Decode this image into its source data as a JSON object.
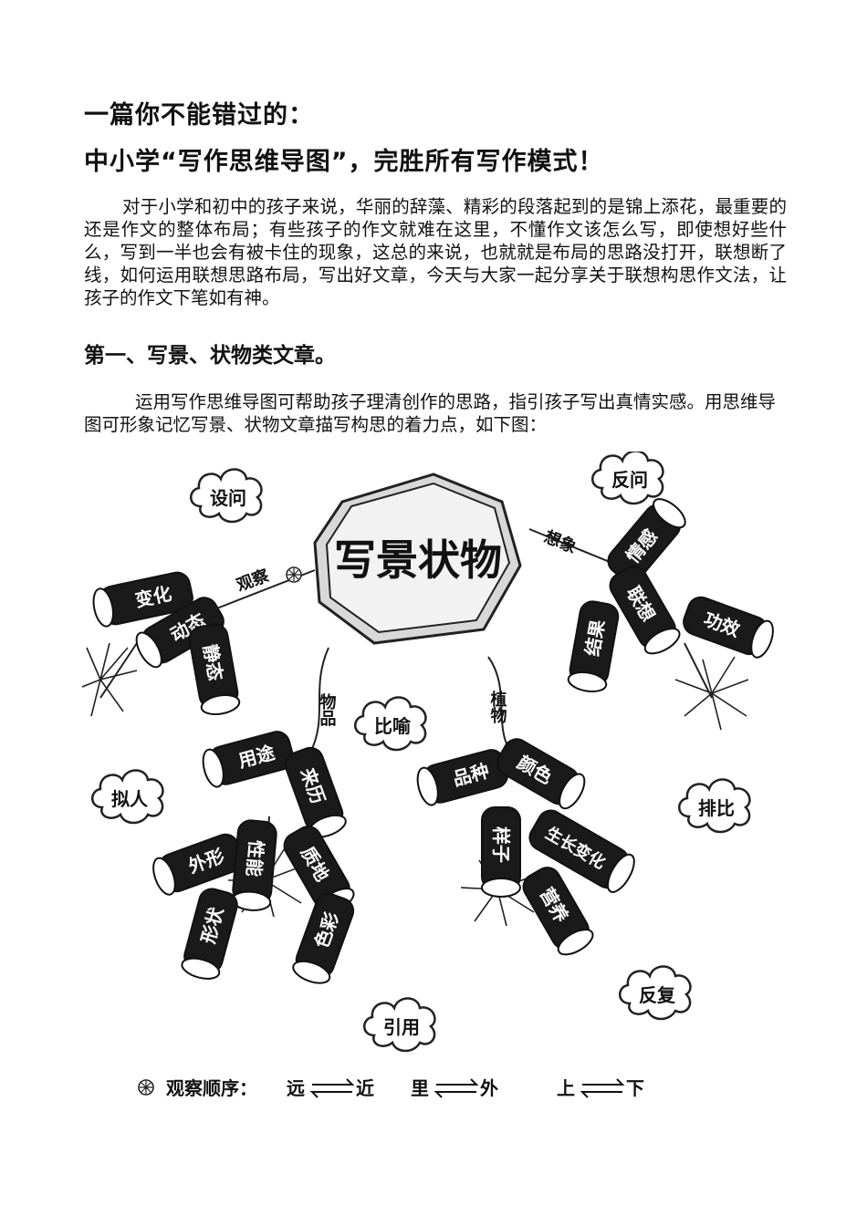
{
  "title_line1": "一篇你不能错过的：",
  "title_line2": "中小学“写作思维导图”，完胜所有写作模式！",
  "intro_paragraph": "对于小学和初中的孩子来说，华丽的辞藻、精彩的段落起到的是锦上添花，最重要的还是作文的整体布局；有些孩子的作文就难在这里，不懂作文该怎么写，即使想好些什么，写到一半也会有被卡住的现象，这总的来说，也就就是布局的思路没打开，联想断了线，如何运用联想思路布局，写出好文章，今天与大家一起分享关于联想构思作文法，让孩子的作文下笔如有神。",
  "section1_heading": "第一、写景、状物类文章。",
  "section1_paragraph": "运用写作思维导图可帮助孩子理清创作的思路，指引孩子写出真情实感。用思维导图可形象记忆写景、状物文章描写构思的着力点，如下图：",
  "mindmap": {
    "center": "写景状物",
    "branches": {
      "observe": "观察",
      "imagine": "想象",
      "objects": "物品",
      "plants": "植物"
    },
    "firecrackers": {
      "change": "变化",
      "dynamic": "动态",
      "static": "静态",
      "feelings": "情感",
      "association": "联想",
      "result": "结果",
      "effect": "功效",
      "purpose": "用途",
      "origin": "来历",
      "appearance": "外形",
      "performance": "性能",
      "material": "质地",
      "shape": "形状",
      "color": "色彩",
      "growth": "生长变化",
      "form": "样子",
      "species": "品种",
      "color2": "颜色",
      "nutrition": "营养"
    },
    "clouds": {
      "q1": "设问",
      "q2": "反问",
      "metaphor": "比喻",
      "personify": "拟人",
      "parallel": "排比",
      "repeat": "反复",
      "quote": "引用"
    },
    "legend": {
      "label": "观察顺序：",
      "pair1_a": "远",
      "pair1_b": "近",
      "pair2_a": "里",
      "pair2_b": "外",
      "pair3_a": "上",
      "pair3_b": "下"
    }
  }
}
